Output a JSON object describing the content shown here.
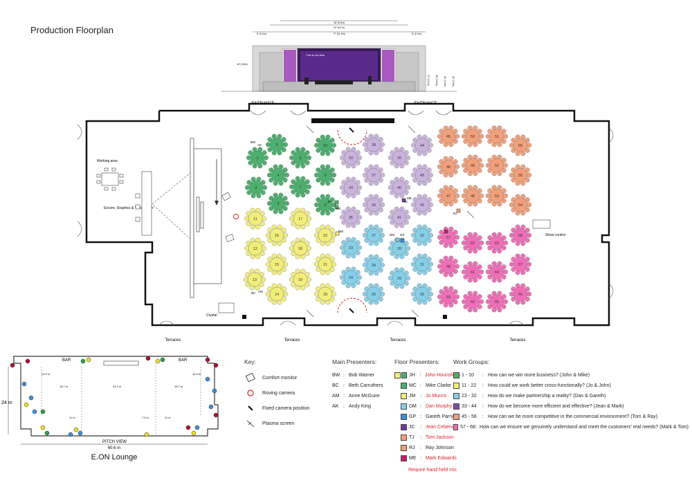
{
  "title": "Production Floorplan",
  "stage_dims": {
    "top": [
      "18' (5.5m)",
      "24' (8.1m)",
      "77' (21.9m)"
    ],
    "side": [
      "8' (2.4m)",
      "8' (2.4m)"
    ],
    "left_height": "16' (3.8m)",
    "right_heights": [
      "17' (5.1m)",
      "16' (4.9m)",
      "11' (3.4m)",
      "11' (3.3m)"
    ],
    "screen_title": "This is our time"
  },
  "labels": {
    "entrance": "ENTRANCE",
    "terraces": "Terraces",
    "working_area": "Working area",
    "encore": "Encore, Graphics & Vision mixer",
    "crystal": "Crystal",
    "show_control": "Show control"
  },
  "presenter_tags": {
    "bw": "BW",
    "ak": "AK",
    "bc": "BC",
    "am": "AM",
    "jh": "JH",
    "mc": "MC",
    "jc": "JC",
    "me": "ME",
    "dm": "DM",
    "gp": "GP",
    "bm": "BM",
    "rj": "RJ"
  },
  "colors": {
    "green": "#4caf6e",
    "yellow": "#f2ee7a",
    "blue": "#86cfe8",
    "purple": "#c9b3dd",
    "orange": "#f2a07a",
    "pink": "#f06eb8"
  },
  "lounge": {
    "name": "E.ON Lounge",
    "width": "60.6 m",
    "height": "24 m",
    "pitch_view": "PITCH VIEW",
    "bar": "BAR",
    "dims": [
      "14.9 m",
      "14.9 m",
      "18.7 m",
      "23.2 m",
      "18.7 m",
      "11 m",
      "7.5 m",
      "11 m"
    ]
  },
  "key": {
    "heading": "Key:",
    "items": [
      {
        "icon": "comfort-monitor-icon",
        "label": "Comfort monitor"
      },
      {
        "icon": "roving-camera-icon",
        "label": "Roving camera"
      },
      {
        "icon": "fixed-camera-icon",
        "label": "Fixed camera position"
      },
      {
        "icon": "plasma-screen-icon",
        "label": "Plasma screen"
      }
    ]
  },
  "main_presenters": {
    "heading": "Main Presenters:",
    "items": [
      {
        "code": "BW",
        "name": "Bob Warner"
      },
      {
        "code": "BC",
        "name": "Beth Carruthers"
      },
      {
        "code": "AM",
        "name": "Anne McGuire"
      },
      {
        "code": "AK",
        "name": "Andy King"
      }
    ]
  },
  "floor_presenters": {
    "heading": "Floor Presenters:",
    "items": [
      {
        "code": "JH",
        "name": "John Hounsham",
        "red": true,
        "color": "#f2ee7a",
        "color2": "#4caf6e"
      },
      {
        "code": "MC",
        "name": "Mike Clarke",
        "red": false,
        "color": "#4caf6e"
      },
      {
        "code": "JM",
        "name": "Jo Munns",
        "red": true,
        "color": "#f2ee7a"
      },
      {
        "code": "DM",
        "name": "Dan Murphy",
        "red": true,
        "color": "#86cfe8"
      },
      {
        "code": "GP",
        "name": "Gareth Parry",
        "red": false,
        "color": "#3a8fd8"
      },
      {
        "code": "JC",
        "name": "Jean Cebena",
        "red": true,
        "color": "#6a3a9a"
      },
      {
        "code": "TJ",
        "name": "Tom Jackson",
        "red": true,
        "color": "#f2a07a"
      },
      {
        "code": "RJ",
        "name": "Ray Johnson",
        "red": false,
        "color": "#f2a07a"
      },
      {
        "code": "ME",
        "name": "Mark Edwards",
        "red": true,
        "color": "#c0206a"
      }
    ],
    "note": "Require hand held mic"
  },
  "work_groups": {
    "heading": "Work Groups:",
    "items": [
      {
        "range": "1 - 10",
        "question": "How can we win more business? (John & Mike)",
        "color": "#4caf6e"
      },
      {
        "range": "11 - 22",
        "question": "How could we work better cross-functionally? (Jo & John)",
        "color": "#f2ee7a"
      },
      {
        "range": "23 - 32",
        "question": "How do we make partnership a reality? (Dan & Gareth)",
        "color": "#86cfe8"
      },
      {
        "range": "33 - 44",
        "question": "How do we become more efficient and effective? (Jean & Mark)",
        "color": "#7a4fa8"
      },
      {
        "range": "45 - 56",
        "question": "How can we be more competitive in the commercial environment? (Tom & Ray)",
        "color": "#f2a07a"
      },
      {
        "range": "57 - 68",
        "question": "How can we ensure we genuinely understand and meet the customers' real needs? (Mark & Tom)",
        "color": "#f06eb8"
      }
    ]
  },
  "tables": [
    {
      "n": "1",
      "g": "green"
    },
    {
      "n": "2",
      "g": "green"
    },
    {
      "n": "3",
      "g": "green"
    },
    {
      "n": "4",
      "g": "green"
    },
    {
      "n": "5",
      "g": "green"
    },
    {
      "n": "6",
      "g": "green"
    },
    {
      "n": "7",
      "g": "green"
    },
    {
      "n": "8",
      "g": "green"
    },
    {
      "n": "9",
      "g": "green"
    },
    {
      "n": "10",
      "g": "green"
    },
    {
      "n": "11",
      "g": "yellow"
    },
    {
      "n": "12",
      "g": "yellow"
    },
    {
      "n": "13",
      "g": "yellow"
    },
    {
      "n": "14",
      "g": "yellow"
    },
    {
      "n": "15",
      "g": "yellow"
    },
    {
      "n": "16",
      "g": "yellow"
    },
    {
      "n": "17",
      "g": "yellow"
    },
    {
      "n": "18",
      "g": "yellow"
    },
    {
      "n": "19",
      "g": "yellow"
    },
    {
      "n": "20",
      "g": "yellow"
    },
    {
      "n": "21",
      "g": "yellow"
    },
    {
      "n": "22",
      "g": "yellow"
    },
    {
      "n": "23",
      "g": "blue"
    },
    {
      "n": "24",
      "g": "blue"
    },
    {
      "n": "25",
      "g": "blue"
    },
    {
      "n": "26",
      "g": "blue"
    },
    {
      "n": "27",
      "g": "blue"
    },
    {
      "n": "28",
      "g": "blue"
    },
    {
      "n": "29",
      "g": "blue"
    },
    {
      "n": "30",
      "g": "blue"
    },
    {
      "n": "31",
      "g": "blue"
    },
    {
      "n": "32",
      "g": "blue"
    },
    {
      "n": "33",
      "g": "purple"
    },
    {
      "n": "34",
      "g": "purple"
    },
    {
      "n": "35",
      "g": "purple"
    },
    {
      "n": "36",
      "g": "purple"
    },
    {
      "n": "37",
      "g": "purple"
    },
    {
      "n": "38",
      "g": "purple"
    },
    {
      "n": "39",
      "g": "purple"
    },
    {
      "n": "40",
      "g": "purple"
    },
    {
      "n": "41",
      "g": "purple"
    },
    {
      "n": "42",
      "g": "purple"
    },
    {
      "n": "43",
      "g": "purple"
    },
    {
      "n": "44",
      "g": "purple"
    },
    {
      "n": "45",
      "g": "orange"
    },
    {
      "n": "46",
      "g": "orange"
    },
    {
      "n": "47",
      "g": "orange"
    },
    {
      "n": "48",
      "g": "orange"
    },
    {
      "n": "49",
      "g": "orange"
    },
    {
      "n": "50",
      "g": "orange"
    },
    {
      "n": "51",
      "g": "orange"
    },
    {
      "n": "52",
      "g": "orange"
    },
    {
      "n": "53",
      "g": "orange"
    },
    {
      "n": "54",
      "g": "orange"
    },
    {
      "n": "55",
      "g": "orange"
    },
    {
      "n": "56",
      "g": "orange"
    },
    {
      "n": "57",
      "g": "pink"
    },
    {
      "n": "58",
      "g": "pink"
    },
    {
      "n": "59",
      "g": "pink"
    },
    {
      "n": "60",
      "g": "pink"
    },
    {
      "n": "61",
      "g": "pink"
    },
    {
      "n": "62",
      "g": "pink"
    },
    {
      "n": "63",
      "g": "pink"
    },
    {
      "n": "64",
      "g": "pink"
    },
    {
      "n": "65",
      "g": "pink"
    },
    {
      "n": "66",
      "g": "pink"
    },
    {
      "n": "67",
      "g": "pink"
    },
    {
      "n": "68",
      "g": "pink"
    }
  ]
}
